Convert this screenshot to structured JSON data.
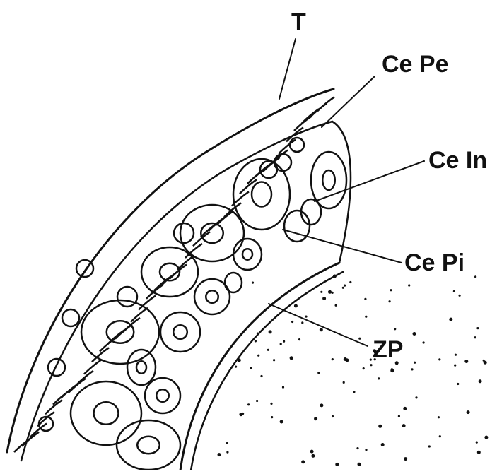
{
  "labels": {
    "t": "T",
    "ce_pe": "Ce Pe",
    "ce_in": "Ce In",
    "ce_pi": "Ce Pi",
    "zp": "ZP"
  },
  "colors": {
    "ink": "#111111",
    "paper": "#ffffff"
  }
}
